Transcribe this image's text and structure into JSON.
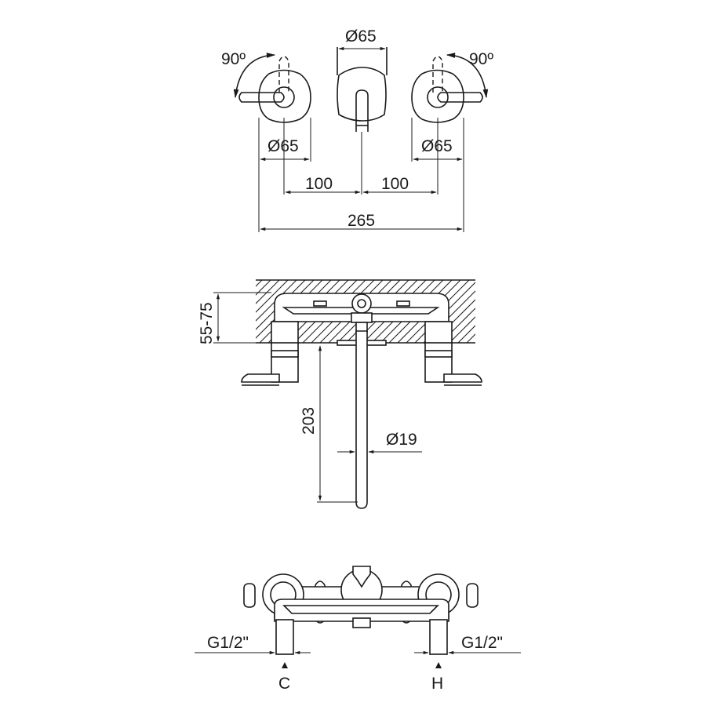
{
  "top_view": {
    "angle_left": "90º",
    "angle_right": "90º",
    "dia_spout": "Ø65",
    "dia_left": "Ø65",
    "dia_right": "Ø65",
    "dist_left": "100",
    "dist_right": "100",
    "total_width": "265"
  },
  "side_view": {
    "wall_depth": "55-75",
    "spout_height": "203",
    "spout_diameter": "Ø19"
  },
  "bottom_view": {
    "cold_thread": "G1/2\"",
    "hot_thread": "G1/2\"",
    "cold_marker": "C",
    "hot_marker": "H"
  }
}
